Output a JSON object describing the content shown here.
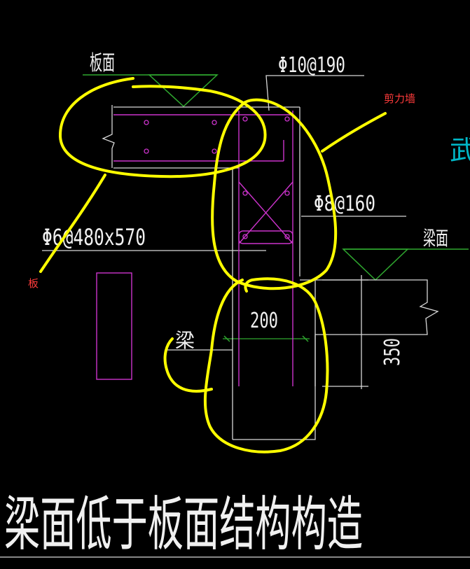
{
  "drawing": {
    "title": "梁面低于板面结构构造",
    "labels": {
      "slab_top": "板面",
      "beam_top": "梁面",
      "beam": "梁",
      "shear_wall": "剪力墙",
      "slab": "板",
      "edge_glyph": "武"
    },
    "rebar": {
      "top": "Φ10@190",
      "wall": "Φ8@160",
      "slab": "Φ6@480x570"
    },
    "dimensions": {
      "width": "200",
      "depth": "350"
    },
    "colors": {
      "background": "#000000",
      "lines": "#f0f0f0",
      "rebar": "#cc33cc",
      "annotation": "#ffff00",
      "marker": "#2fa82f",
      "callout_text": "#ff3b3b",
      "edge_glyph": "#00b7c7"
    }
  }
}
